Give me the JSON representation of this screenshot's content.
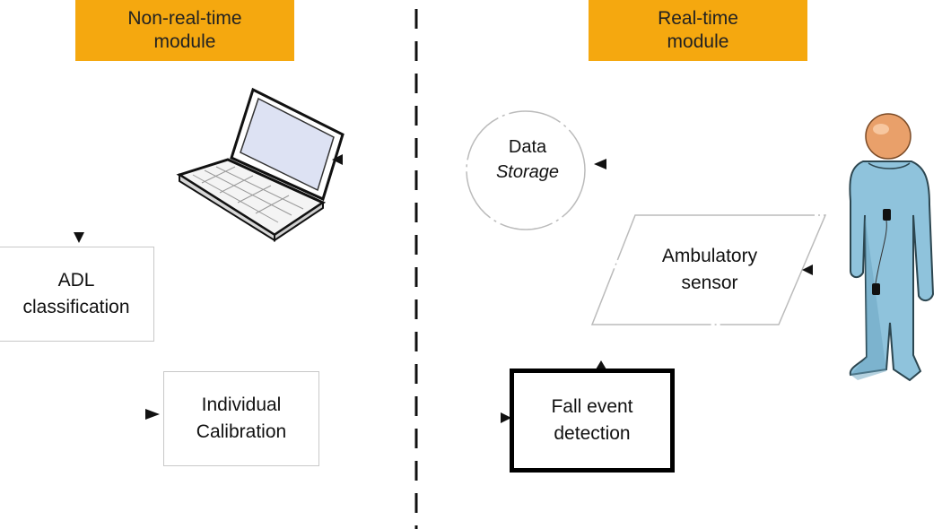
{
  "headers": {
    "non_real_time": [
      "Non-real-time",
      "module"
    ],
    "real_time": [
      "Real-time",
      "module"
    ]
  },
  "nodes": {
    "adl": [
      "ADL",
      "classification"
    ],
    "calibration": [
      "Individual",
      "Calibration"
    ],
    "data_storage": [
      "Data",
      "Storage"
    ],
    "ambulatory_sensor": [
      "Ambulatory",
      "sensor"
    ],
    "fall_detection": [
      "Fall event",
      "detection"
    ]
  },
  "icons": {
    "laptop": "laptop-icon",
    "person": "person-with-sensors-icon"
  },
  "colors": {
    "header_fill": "#f5a80f",
    "person_body": "#8fc3dc",
    "person_head": "#e9a06a"
  }
}
